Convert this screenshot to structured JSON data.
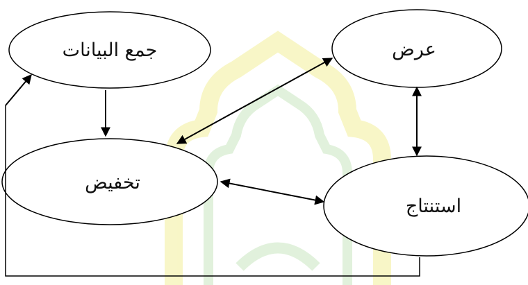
{
  "nodes": {
    "data_collection": "جمع البيانات",
    "display": "عرض",
    "reduction": "تخفيض",
    "conclusion": "استنتاج"
  },
  "colors": {
    "ink": "#000000",
    "watermark_yellow": "#f3ef9a",
    "watermark_green": "#c9e7c0"
  }
}
